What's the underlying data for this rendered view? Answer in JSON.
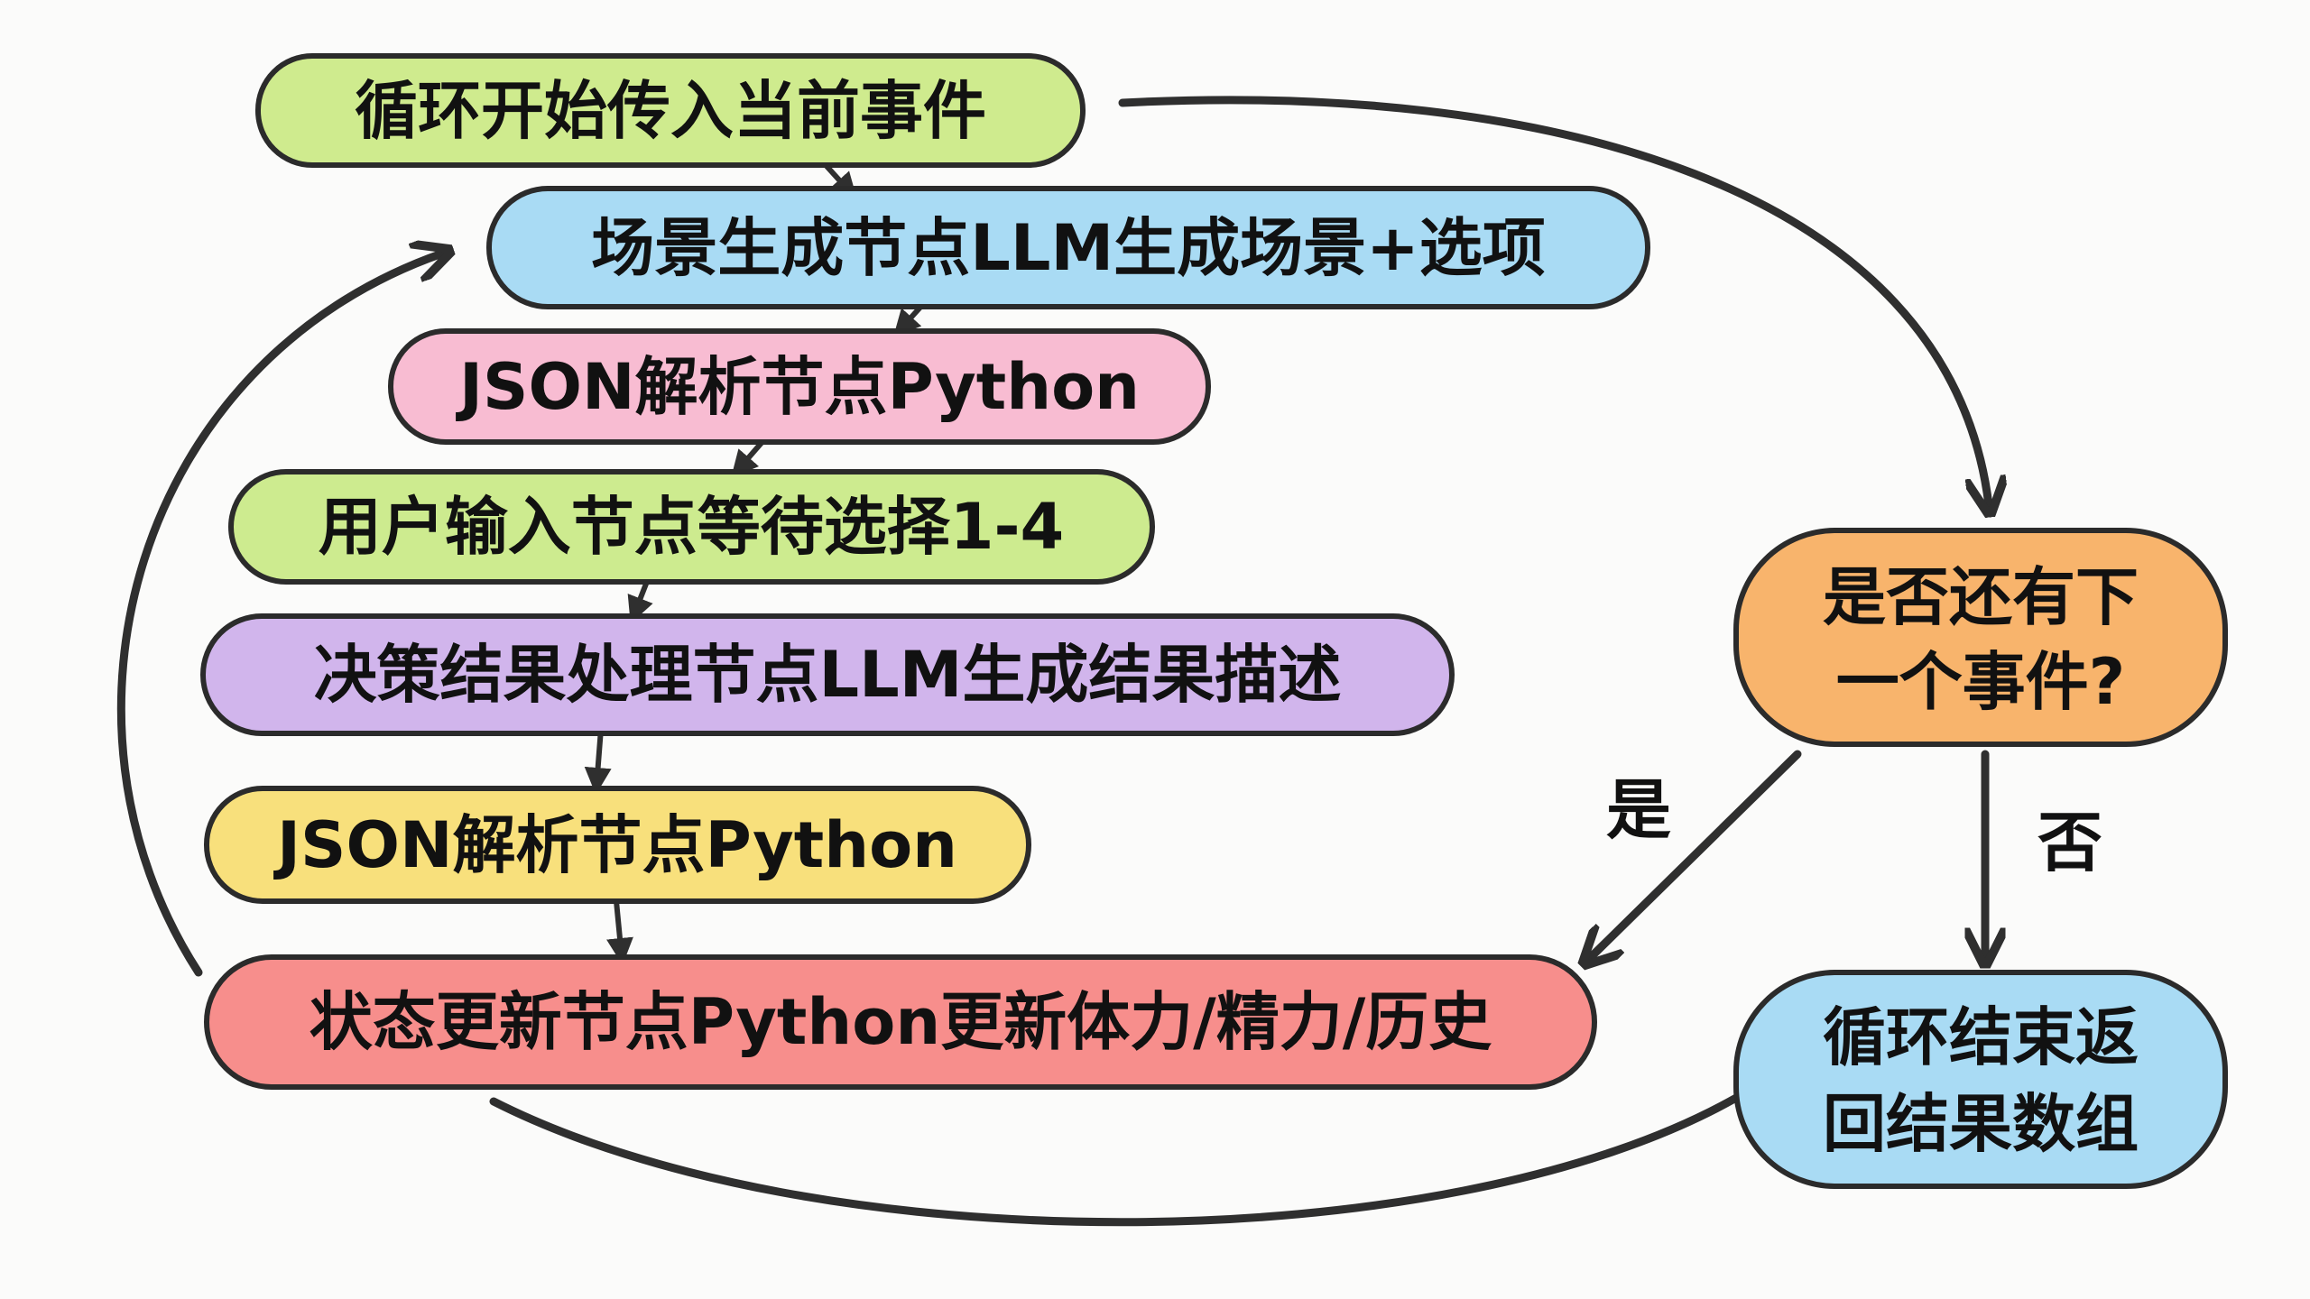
{
  "nodes": {
    "loop_start": {
      "text": "循环开始传入当前事件",
      "color": "#cfeb8e"
    },
    "scene_gen": {
      "text": "场景生成节点LLM生成场景+选项",
      "color": "#a9dbf4"
    },
    "json_parse_1": {
      "text": "JSON解析节点Python",
      "color": "#f8bcd2"
    },
    "user_input": {
      "text": "用户输入节点等待选择1-4",
      "color": "#cdeb8f"
    },
    "decision": {
      "text": "决策结果处理节点LLM生成结果描述",
      "color": "#d1b5ec"
    },
    "json_parse_2": {
      "text": "JSON解析节点Python",
      "color": "#f8e07c"
    },
    "state_update": {
      "text": "状态更新节点Python更新体力/精力/历史",
      "color": "#f78e8c"
    },
    "has_next": {
      "line1": "是否还有下",
      "line2": "一个事件?",
      "color": "#f8b46c"
    },
    "loop_end": {
      "line1": "循环结束返",
      "line2": "回结果数组",
      "color": "#a9dbf4"
    }
  },
  "edge_labels": {
    "yes": "是",
    "no": "否"
  }
}
